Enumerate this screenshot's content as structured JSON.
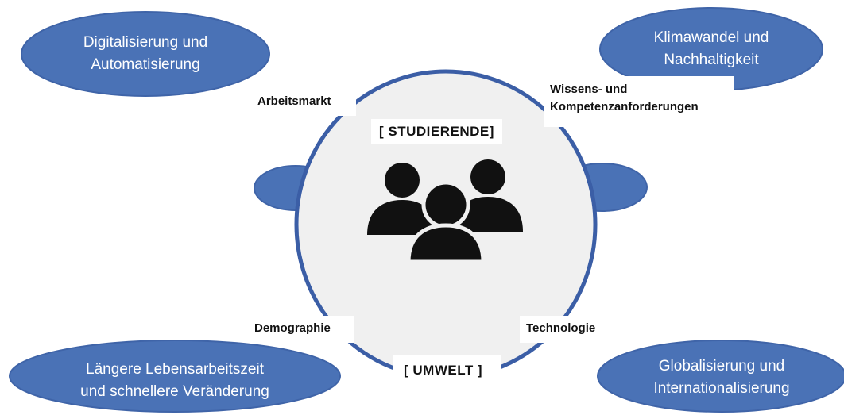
{
  "colors": {
    "bubble": "#4a72b6",
    "bubble_border": "#3f64a8",
    "circle_fill": "#f0f0f0",
    "circle_border": "#3b5ea6",
    "icon": "#111111",
    "text_dark": "#111111",
    "text_light": "#ffffff"
  },
  "bubbles": {
    "top_left": {
      "line1": "Digitalisierung und",
      "line2": "Automatisierung"
    },
    "top_right": {
      "line1": "Klimawandel und",
      "line2": "Nachhaltigkeit"
    },
    "bottom_left": {
      "line1": "Längere Lebensarbeitszeit",
      "line2": "und schnellere Veränderung"
    },
    "bottom_right": {
      "line1": "Globalisierung und",
      "line2": "Internationalisierung"
    }
  },
  "factors": {
    "arbeitsmarkt": "Arbeitsmarkt",
    "wissen_line1": "Wissens- und",
    "wissen_line2": "Kompetenzanforderungen",
    "demographie": "Demographie",
    "technologie": "Technologie"
  },
  "center": {
    "top_label": "[ STUDIERENDE]",
    "bottom_label": "[ UMWELT ]",
    "icon": "group-people-icon"
  }
}
